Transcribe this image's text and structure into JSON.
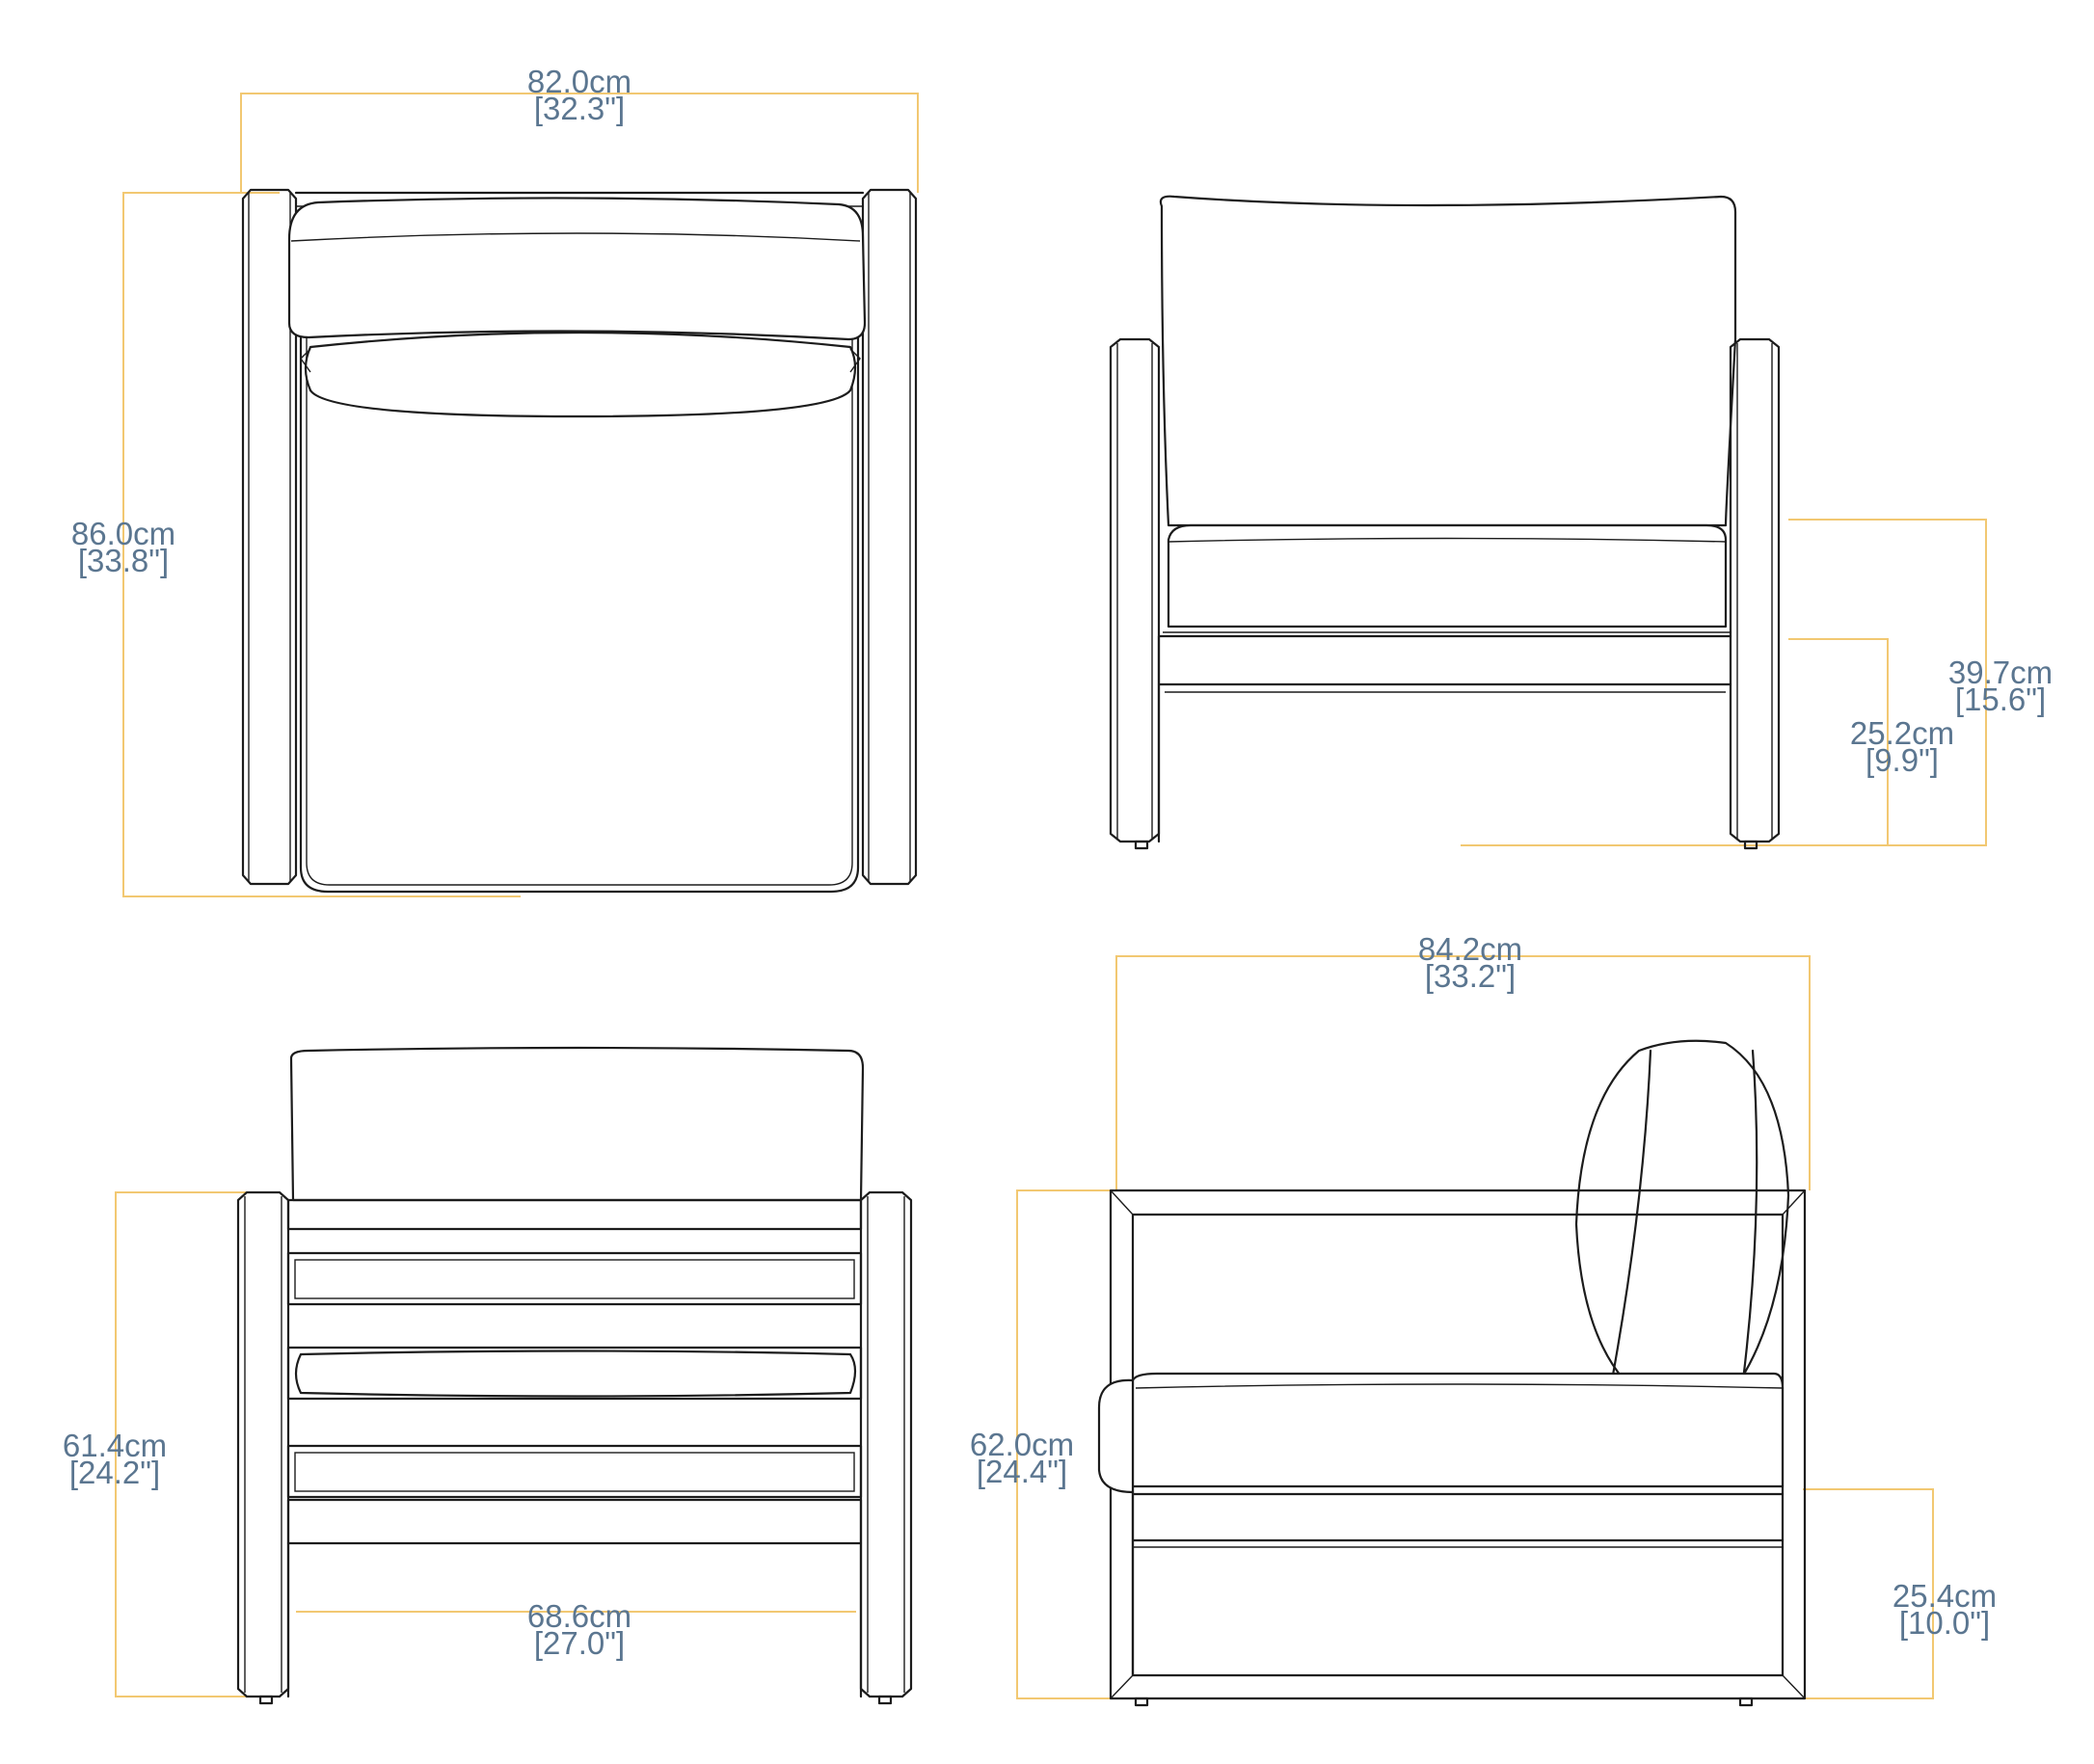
{
  "views": {
    "top": {
      "width": {
        "cm": "82.0cm",
        "in": "[32.3\"]"
      },
      "depth": {
        "cm": "86.0cm",
        "in": "[33.8\"]"
      }
    },
    "front": {
      "arm_height": {
        "cm": "39.7cm",
        "in": "[15.6\"]"
      },
      "seat_height": {
        "cm": "25.2cm",
        "in": "[9.9\"]"
      }
    },
    "back": {
      "arm_height": {
        "cm": "61.4cm",
        "in": "[24.2\"]"
      },
      "inner_width": {
        "cm": "68.6cm",
        "in": "[27.0\"]"
      }
    },
    "side": {
      "depth": {
        "cm": "84.2cm",
        "in": "[33.2\"]"
      },
      "height": {
        "cm": "62.0cm",
        "in": "[24.4\"]"
      },
      "clearance": {
        "cm": "25.4cm",
        "in": "[10.0\"]"
      }
    }
  },
  "colors": {
    "dimension_line": "#f2c872",
    "dimension_text": "#5b7690",
    "drawing_line": "#1c1c1c"
  }
}
